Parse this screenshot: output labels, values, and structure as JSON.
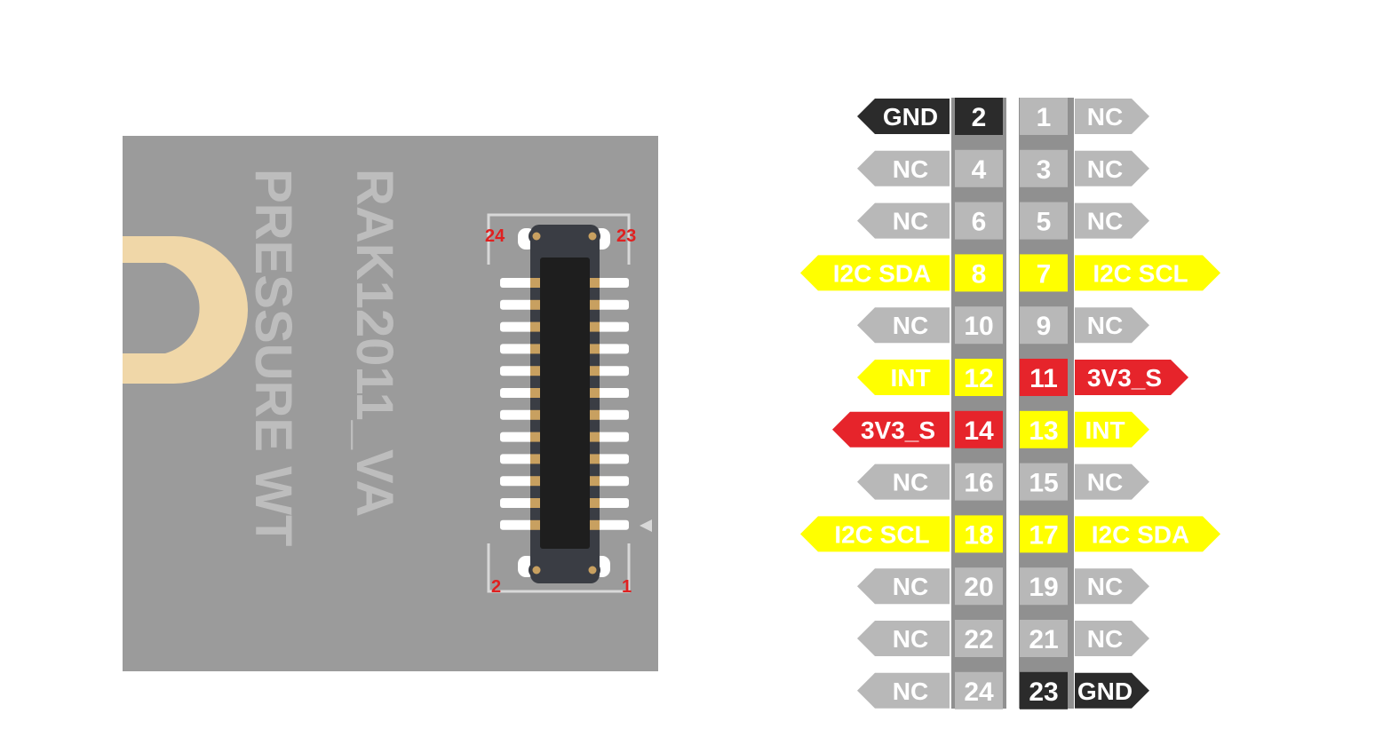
{
  "module": {
    "line1": "RAK12011_VA",
    "line2": "PRESSURE WT"
  },
  "connector": {
    "corner_labels": {
      "top_left": "24",
      "top_right": "23",
      "bottom_left": "2",
      "bottom_right": "1"
    }
  },
  "colors": {
    "black": "#2b2b2b",
    "gray": "#b8b8b8",
    "yellow": "#ffff00",
    "red": "#e6242b",
    "rail": "#909090"
  },
  "pinout": {
    "rows": [
      {
        "left_pin": "2",
        "left_label": "GND",
        "left_color": "black",
        "right_pin": "1",
        "right_label": "NC",
        "right_color": "gray"
      },
      {
        "left_pin": "4",
        "left_label": "NC",
        "left_color": "gray",
        "right_pin": "3",
        "right_label": "NC",
        "right_color": "gray"
      },
      {
        "left_pin": "6",
        "left_label": "NC",
        "left_color": "gray",
        "right_pin": "5",
        "right_label": "NC",
        "right_color": "gray"
      },
      {
        "left_pin": "8",
        "left_label": "I2C SDA",
        "left_color": "yellow",
        "right_pin": "7",
        "right_label": "I2C SCL",
        "right_color": "yellow"
      },
      {
        "left_pin": "10",
        "left_label": "NC",
        "left_color": "gray",
        "right_pin": "9",
        "right_label": "NC",
        "right_color": "gray"
      },
      {
        "left_pin": "12",
        "left_label": "INT",
        "left_color": "yellow",
        "right_pin": "11",
        "right_label": "3V3_S",
        "right_color": "red"
      },
      {
        "left_pin": "14",
        "left_label": "3V3_S",
        "left_color": "red",
        "right_pin": "13",
        "right_label": "INT",
        "right_color": "yellow"
      },
      {
        "left_pin": "16",
        "left_label": "NC",
        "left_color": "gray",
        "right_pin": "15",
        "right_label": "NC",
        "right_color": "gray"
      },
      {
        "left_pin": "18",
        "left_label": "I2C SCL",
        "left_color": "yellow",
        "right_pin": "17",
        "right_label": "I2C SDA",
        "right_color": "yellow"
      },
      {
        "left_pin": "20",
        "left_label": "NC",
        "left_color": "gray",
        "right_pin": "19",
        "right_label": "NC",
        "right_color": "gray"
      },
      {
        "left_pin": "22",
        "left_label": "NC",
        "left_color": "gray",
        "right_pin": "21",
        "right_label": "NC",
        "right_color": "gray"
      },
      {
        "left_pin": "24",
        "left_label": "NC",
        "left_color": "gray",
        "right_pin": "23",
        "right_label": "GND",
        "right_color": "black"
      }
    ]
  }
}
